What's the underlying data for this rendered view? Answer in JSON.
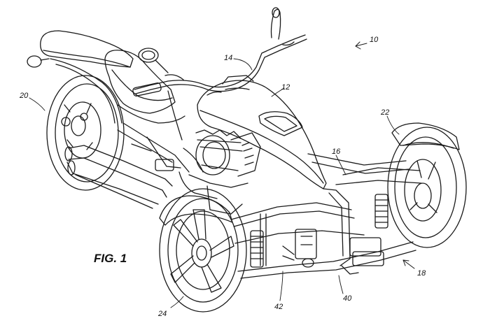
{
  "figure": {
    "label": "FIG. 1",
    "references": [
      {
        "id": "ref-10",
        "text": "10"
      },
      {
        "id": "ref-12",
        "text": "12"
      },
      {
        "id": "ref-14",
        "text": "14"
      },
      {
        "id": "ref-16",
        "text": "16"
      },
      {
        "id": "ref-18",
        "text": "18"
      },
      {
        "id": "ref-20",
        "text": "20"
      },
      {
        "id": "ref-22",
        "text": "22"
      },
      {
        "id": "ref-24",
        "text": "24"
      },
      {
        "id": "ref-40",
        "text": "40"
      },
      {
        "id": "ref-42",
        "text": "42"
      }
    ]
  },
  "style": {
    "line_color": "#1a1a1a",
    "background": "#ffffff"
  }
}
